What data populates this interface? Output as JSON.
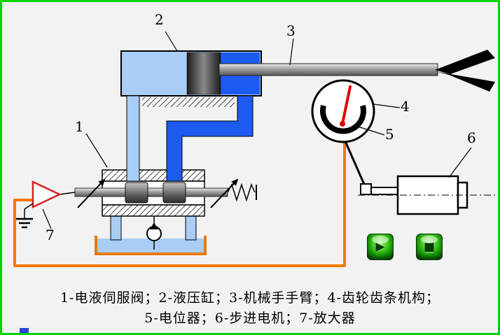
{
  "labels": {
    "n1": "1",
    "n2": "2",
    "n3": "3",
    "n4": "4",
    "n5": "5",
    "n6": "6",
    "n7": "7"
  },
  "caption": {
    "line1": "1-电液伺服阀；2-液压缸；3-机械手手臂；4-齿轮齿条机构；",
    "line2": "5-电位器；6-步进电机；7-放大器"
  },
  "legend": {
    "items": [
      {
        "num": "1",
        "name": "电液伺服阀"
      },
      {
        "num": "2",
        "name": "液压缸"
      },
      {
        "num": "3",
        "name": "机械手手臂"
      },
      {
        "num": "4",
        "name": "齿轮齿条机构"
      },
      {
        "num": "5",
        "name": "电位器"
      },
      {
        "num": "6",
        "name": "步进电机"
      },
      {
        "num": "7",
        "name": "放大器"
      }
    ]
  },
  "buttons": {
    "play_glyph": "▶",
    "stop_glyph": "■"
  },
  "colors": {
    "frame_green": "#00d500",
    "background": "#f2f2f2",
    "pipe_blue": "#1d5bf0",
    "fluid_light_blue": "#a9cdf4",
    "signal_wire_orange": "#f57900",
    "needle_red": "#e00000",
    "amplifier_red": "#d22222",
    "button_green": "#1a9e06"
  }
}
